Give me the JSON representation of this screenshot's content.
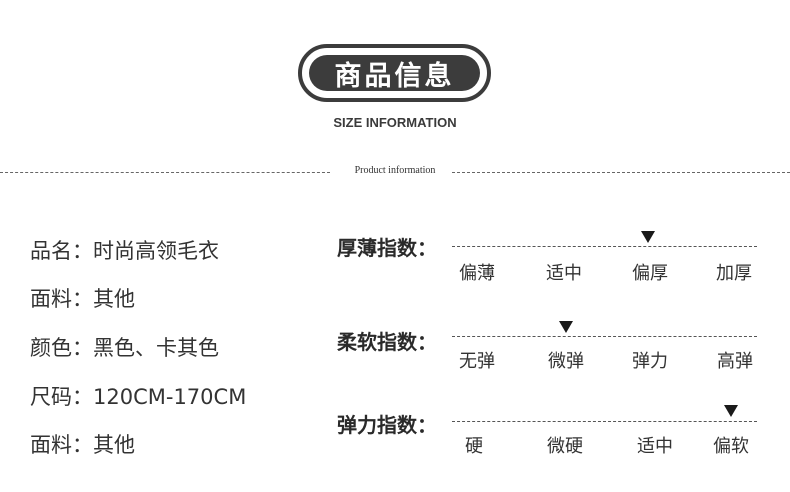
{
  "header": {
    "title_cn": "商品信息",
    "title_en": "SIZE INFORMATION",
    "divider_label": "Product information"
  },
  "info": [
    {
      "label": "品名：",
      "value": "时尚高领毛衣"
    },
    {
      "label": "面料：",
      "value": "其他"
    },
    {
      "label": "颜色：",
      "value": "黑色、卡其色"
    },
    {
      "label": "尺码：",
      "value": "120CM-170CM"
    },
    {
      "label": "面料：",
      "value": "其他"
    }
  ],
  "indices": [
    {
      "title": "厚薄指数：",
      "options": [
        "偏薄",
        "适中",
        "偏厚",
        "加厚"
      ],
      "selected": "偏厚"
    },
    {
      "title": "柔软指数：",
      "options": [
        "无弹",
        "微弹",
        "弹力",
        "高弹"
      ],
      "selected": "微弹"
    },
    {
      "title": "弹力指数：",
      "options": [
        "硬",
        "微硬",
        "适中",
        "偏软"
      ],
      "selected": "偏软"
    }
  ]
}
